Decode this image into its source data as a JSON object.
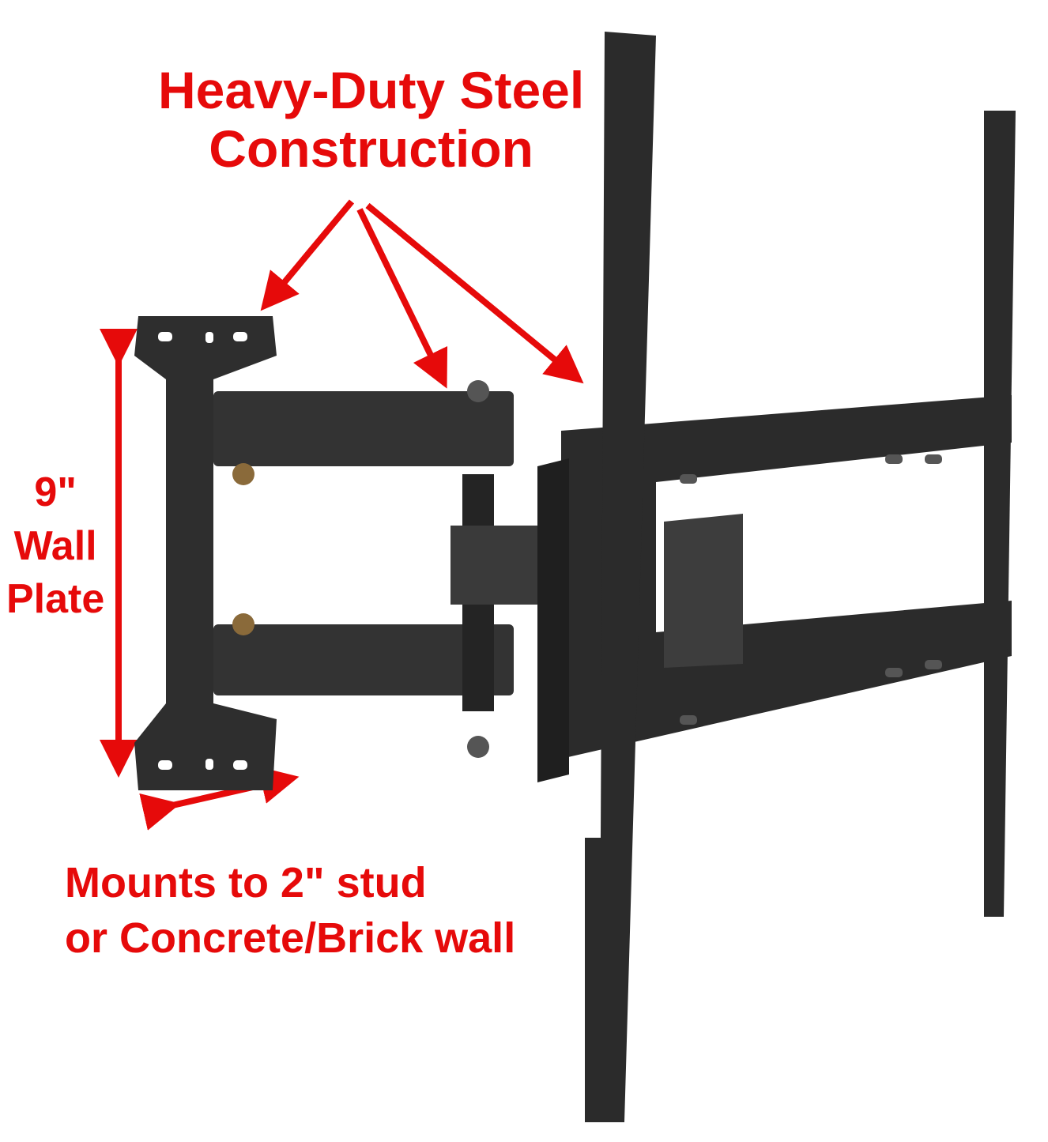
{
  "image": {
    "subject": "Full-motion articulating TV wall mount bracket",
    "background": "#ffffff",
    "annotation_color": "#e60a0a",
    "product_color": "#2b2b2b"
  },
  "annotations": {
    "title": {
      "line1": "Heavy-Duty Steel",
      "line2": "Construction"
    },
    "wall_plate": {
      "line1": "9\"",
      "line2": "Wall",
      "line3": "Plate"
    },
    "mounting": {
      "line1": "Mounts to 2\" stud",
      "line2": "or Concrete/Brick wall"
    }
  }
}
